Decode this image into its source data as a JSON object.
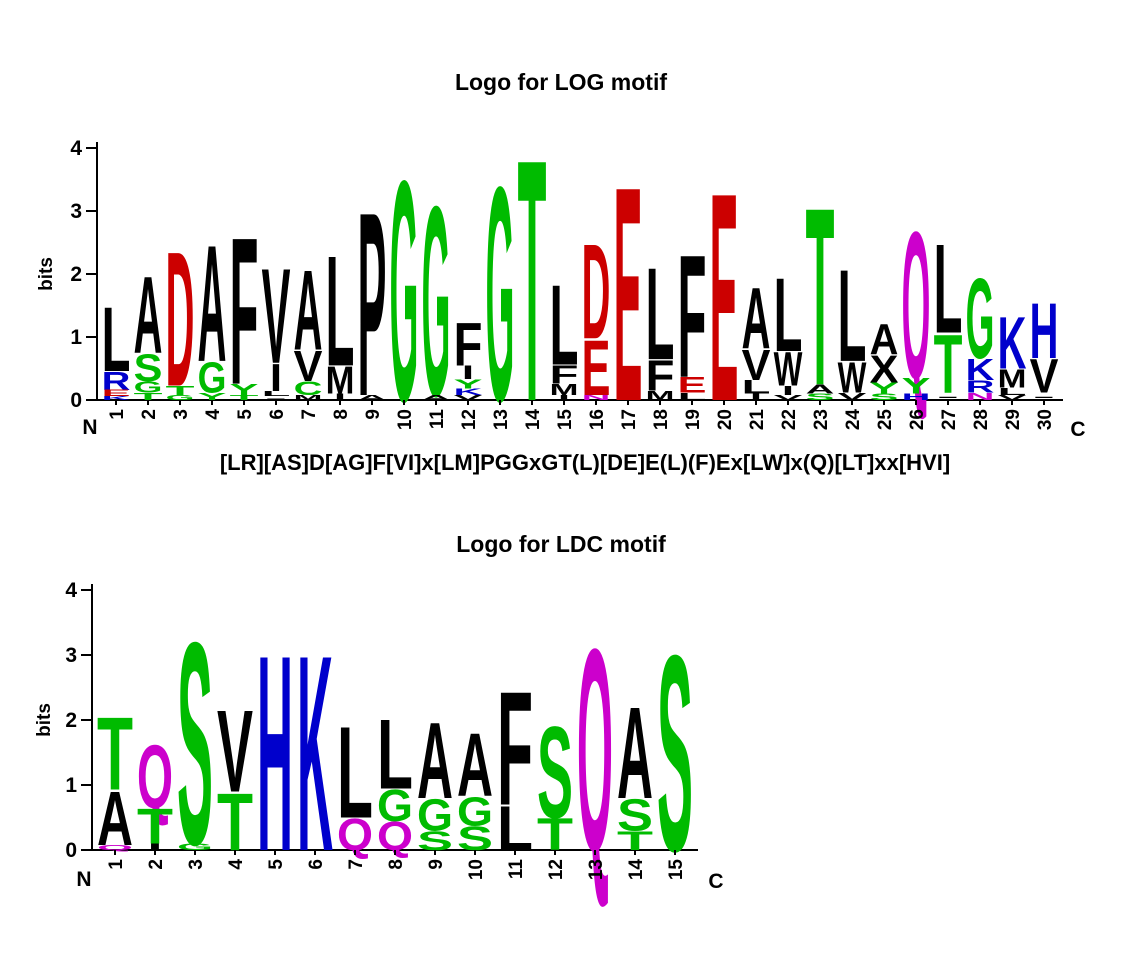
{
  "figure": {
    "background": "#ffffff"
  },
  "letter_colors": {
    "A": "#000000",
    "V": "#000000",
    "L": "#000000",
    "I": "#000000",
    "P": "#000000",
    "F": "#000000",
    "M": "#000000",
    "W": "#000000",
    "X": "#000000",
    "-": "#000000",
    "D": "#CC0000",
    "E": "#CC0000",
    "K": "#0000CC",
    "R": "#0000CC",
    "H": "#0000CC",
    "Q": "#CC00CC",
    "N": "#CC00CC",
    "G": "#00BB00",
    "S": "#00BB00",
    "T": "#00BB00",
    "Y": "#00BB00",
    "C": "#00BB00"
  },
  "chart_data": [
    {
      "type": "sequence_logo",
      "title": "Logo for LOG motif",
      "ylabel": "bits",
      "ylim": [
        0,
        4
      ],
      "yticks": [
        0,
        1,
        2,
        3,
        4
      ],
      "end_labels": {
        "left": "N",
        "right": "C"
      },
      "consensus": "[LR][AS]D[AG]F[VI]x[LM]PGGxGT(L)[DE]E(L)(F)Ex[LW]x(Q)[LT]xx[HVI]",
      "positions": [
        {
          "pos": 1,
          "stack": [
            [
              "L",
              1.05
            ],
            [
              "R",
              0.3
            ],
            [
              "E",
              0.1
            ],
            [
              "K",
              0.06
            ]
          ]
        },
        {
          "pos": 2,
          "stack": [
            [
              "A",
              1.25
            ],
            [
              "S",
              0.45
            ],
            [
              "G",
              0.18
            ],
            [
              "T",
              0.12
            ]
          ]
        },
        {
          "pos": 3,
          "stack": [
            [
              "D",
              2.2
            ],
            [
              "T",
              0.15
            ],
            [
              "G",
              0.08
            ]
          ]
        },
        {
          "pos": 4,
          "stack": [
            [
              "A",
              1.9
            ],
            [
              "G",
              0.5
            ],
            [
              "Y",
              0.12
            ]
          ]
        },
        {
          "pos": 5,
          "stack": [
            [
              "F",
              2.4
            ],
            [
              "Y",
              0.18
            ],
            [
              "T",
              0.08
            ]
          ]
        },
        {
          "pos": 6,
          "stack": [
            [
              "V",
              1.55
            ],
            [
              "I",
              0.45
            ],
            [
              "L",
              0.08
            ],
            [
              "-",
              0.06
            ]
          ]
        },
        {
          "pos": 7,
          "stack": [
            [
              "A",
              1.3
            ],
            [
              "V",
              0.5
            ],
            [
              "C",
              0.22
            ],
            [
              "M",
              0.08
            ]
          ]
        },
        {
          "pos": 8,
          "stack": [
            [
              "L",
              1.8
            ],
            [
              "M",
              0.45
            ],
            [
              "I",
              0.1
            ]
          ]
        },
        {
          "pos": 9,
          "stack": [
            [
              "P",
              3.0
            ],
            [
              "A",
              0.08
            ]
          ]
        },
        {
          "pos": 10,
          "stack": [
            [
              "G",
              3.6
            ]
          ]
        },
        {
          "pos": 11,
          "stack": [
            [
              "G",
              3.1
            ],
            [
              "A",
              0.08
            ]
          ]
        },
        {
          "pos": 12,
          "stack": [
            [
              "F",
              0.7
            ],
            [
              "I",
              0.22
            ],
            [
              "Y",
              0.15
            ],
            [
              "K",
              0.1
            ],
            [
              "V",
              0.08
            ]
          ]
        },
        {
          "pos": 13,
          "stack": [
            [
              "G",
              3.5
            ]
          ]
        },
        {
          "pos": 14,
          "stack": [
            [
              "T",
              3.95
            ]
          ]
        },
        {
          "pos": 15,
          "stack": [
            [
              "L",
              1.3
            ],
            [
              "F",
              0.3
            ],
            [
              "M",
              0.18
            ],
            [
              "I",
              0.08
            ]
          ]
        },
        {
          "pos": 16,
          "stack": [
            [
              "D",
              1.55
            ],
            [
              "E",
              0.9
            ],
            [
              "N",
              0.08
            ]
          ]
        },
        {
          "pos": 17,
          "stack": [
            [
              "E",
              3.5
            ]
          ]
        },
        {
          "pos": 18,
          "stack": [
            [
              "L",
              1.5
            ],
            [
              "F",
              0.5
            ],
            [
              "M",
              0.15
            ]
          ]
        },
        {
          "pos": 19,
          "stack": [
            [
              "F",
              2.0
            ],
            [
              "E",
              0.25
            ],
            [
              "L",
              0.12
            ]
          ]
        },
        {
          "pos": 20,
          "stack": [
            [
              "E",
              3.4
            ]
          ]
        },
        {
          "pos": 21,
          "stack": [
            [
              "A",
              1.0
            ],
            [
              "V",
              0.5
            ],
            [
              "L",
              0.22
            ],
            [
              "I",
              0.1
            ]
          ]
        },
        {
          "pos": 22,
          "stack": [
            [
              "L",
              1.2
            ],
            [
              "W",
              0.55
            ],
            [
              "I",
              0.15
            ],
            [
              "V",
              0.08
            ]
          ]
        },
        {
          "pos": 23,
          "stack": [
            [
              "T",
              2.9
            ],
            [
              "A",
              0.15
            ],
            [
              "S",
              0.1
            ]
          ]
        },
        {
          "pos": 24,
          "stack": [
            [
              "L",
              1.5
            ],
            [
              "W",
              0.5
            ],
            [
              "V",
              0.12
            ]
          ]
        },
        {
          "pos": 25,
          "stack": [
            [
              "A",
              0.5
            ],
            [
              "X",
              0.45
            ],
            [
              "Y",
              0.18
            ],
            [
              "S",
              0.1
            ]
          ]
        },
        {
          "pos": 26,
          "stack": [
            [
              "Q",
              2.4
            ],
            [
              "Y",
              0.25
            ],
            [
              "H",
              0.1
            ]
          ]
        },
        {
          "pos": 27,
          "stack": [
            [
              "L",
              1.45
            ],
            [
              "T",
              0.95
            ],
            [
              "-",
              0.12
            ]
          ]
        },
        {
          "pos": 28,
          "stack": [
            [
              "G",
              1.3
            ],
            [
              "K",
              0.35
            ],
            [
              "R",
              0.2
            ],
            [
              "N",
              0.12
            ]
          ]
        },
        {
          "pos": 29,
          "stack": [
            [
              "K",
              0.85
            ],
            [
              "M",
              0.3
            ],
            [
              "L",
              0.12
            ],
            [
              "V",
              0.08
            ]
          ]
        },
        {
          "pos": 30,
          "stack": [
            [
              "H",
              0.9
            ],
            [
              "V",
              0.55
            ],
            [
              "-",
              0.12
            ]
          ]
        }
      ]
    },
    {
      "type": "sequence_logo",
      "title": "Logo for LDC motif",
      "ylabel": "bits",
      "ylim": [
        0,
        4
      ],
      "yticks": [
        0,
        1,
        2,
        3,
        4
      ],
      "end_labels": {
        "left": "N",
        "right": "C"
      },
      "consensus": "",
      "positions": [
        {
          "pos": 1,
          "stack": [
            [
              "T",
              1.15
            ],
            [
              "A",
              0.85
            ],
            [
              "Q",
              0.08
            ]
          ]
        },
        {
          "pos": 2,
          "stack": [
            [
              "Q",
              1.0
            ],
            [
              "T",
              0.55
            ],
            [
              "I",
              0.1
            ]
          ]
        },
        {
          "pos": 3,
          "stack": [
            [
              "S",
              3.2
            ],
            [
              "G",
              0.1
            ]
          ]
        },
        {
          "pos": 4,
          "stack": [
            [
              "V",
              1.3
            ],
            [
              "T",
              0.9
            ]
          ]
        },
        {
          "pos": 5,
          "stack": [
            [
              "H",
              3.1
            ]
          ]
        },
        {
          "pos": 6,
          "stack": [
            [
              "K",
              3.1
            ]
          ]
        },
        {
          "pos": 7,
          "stack": [
            [
              "L",
              1.45
            ],
            [
              "Q",
              0.5
            ]
          ]
        },
        {
          "pos": 8,
          "stack": [
            [
              "L",
              1.1
            ],
            [
              "G",
              0.5
            ],
            [
              "Q",
              0.45
            ]
          ]
        },
        {
          "pos": 9,
          "stack": [
            [
              "A",
              1.2
            ],
            [
              "G",
              0.5
            ],
            [
              "S",
              0.3
            ]
          ]
        },
        {
          "pos": 10,
          "stack": [
            [
              "A",
              1.0
            ],
            [
              "G",
              0.45
            ],
            [
              "S",
              0.38
            ]
          ]
        },
        {
          "pos": 11,
          "stack": [
            [
              "F",
              1.8
            ],
            [
              "L",
              0.7
            ]
          ]
        },
        {
          "pos": 12,
          "stack": [
            [
              "S",
              1.45
            ],
            [
              "T",
              0.5
            ]
          ]
        },
        {
          "pos": 13,
          "stack": [
            [
              "Q",
              3.2
            ]
          ]
        },
        {
          "pos": 14,
          "stack": [
            [
              "A",
              1.45
            ],
            [
              "S",
              0.5
            ],
            [
              "T",
              0.3
            ]
          ]
        },
        {
          "pos": 15,
          "stack": [
            [
              "S",
              3.1
            ]
          ]
        }
      ]
    }
  ]
}
